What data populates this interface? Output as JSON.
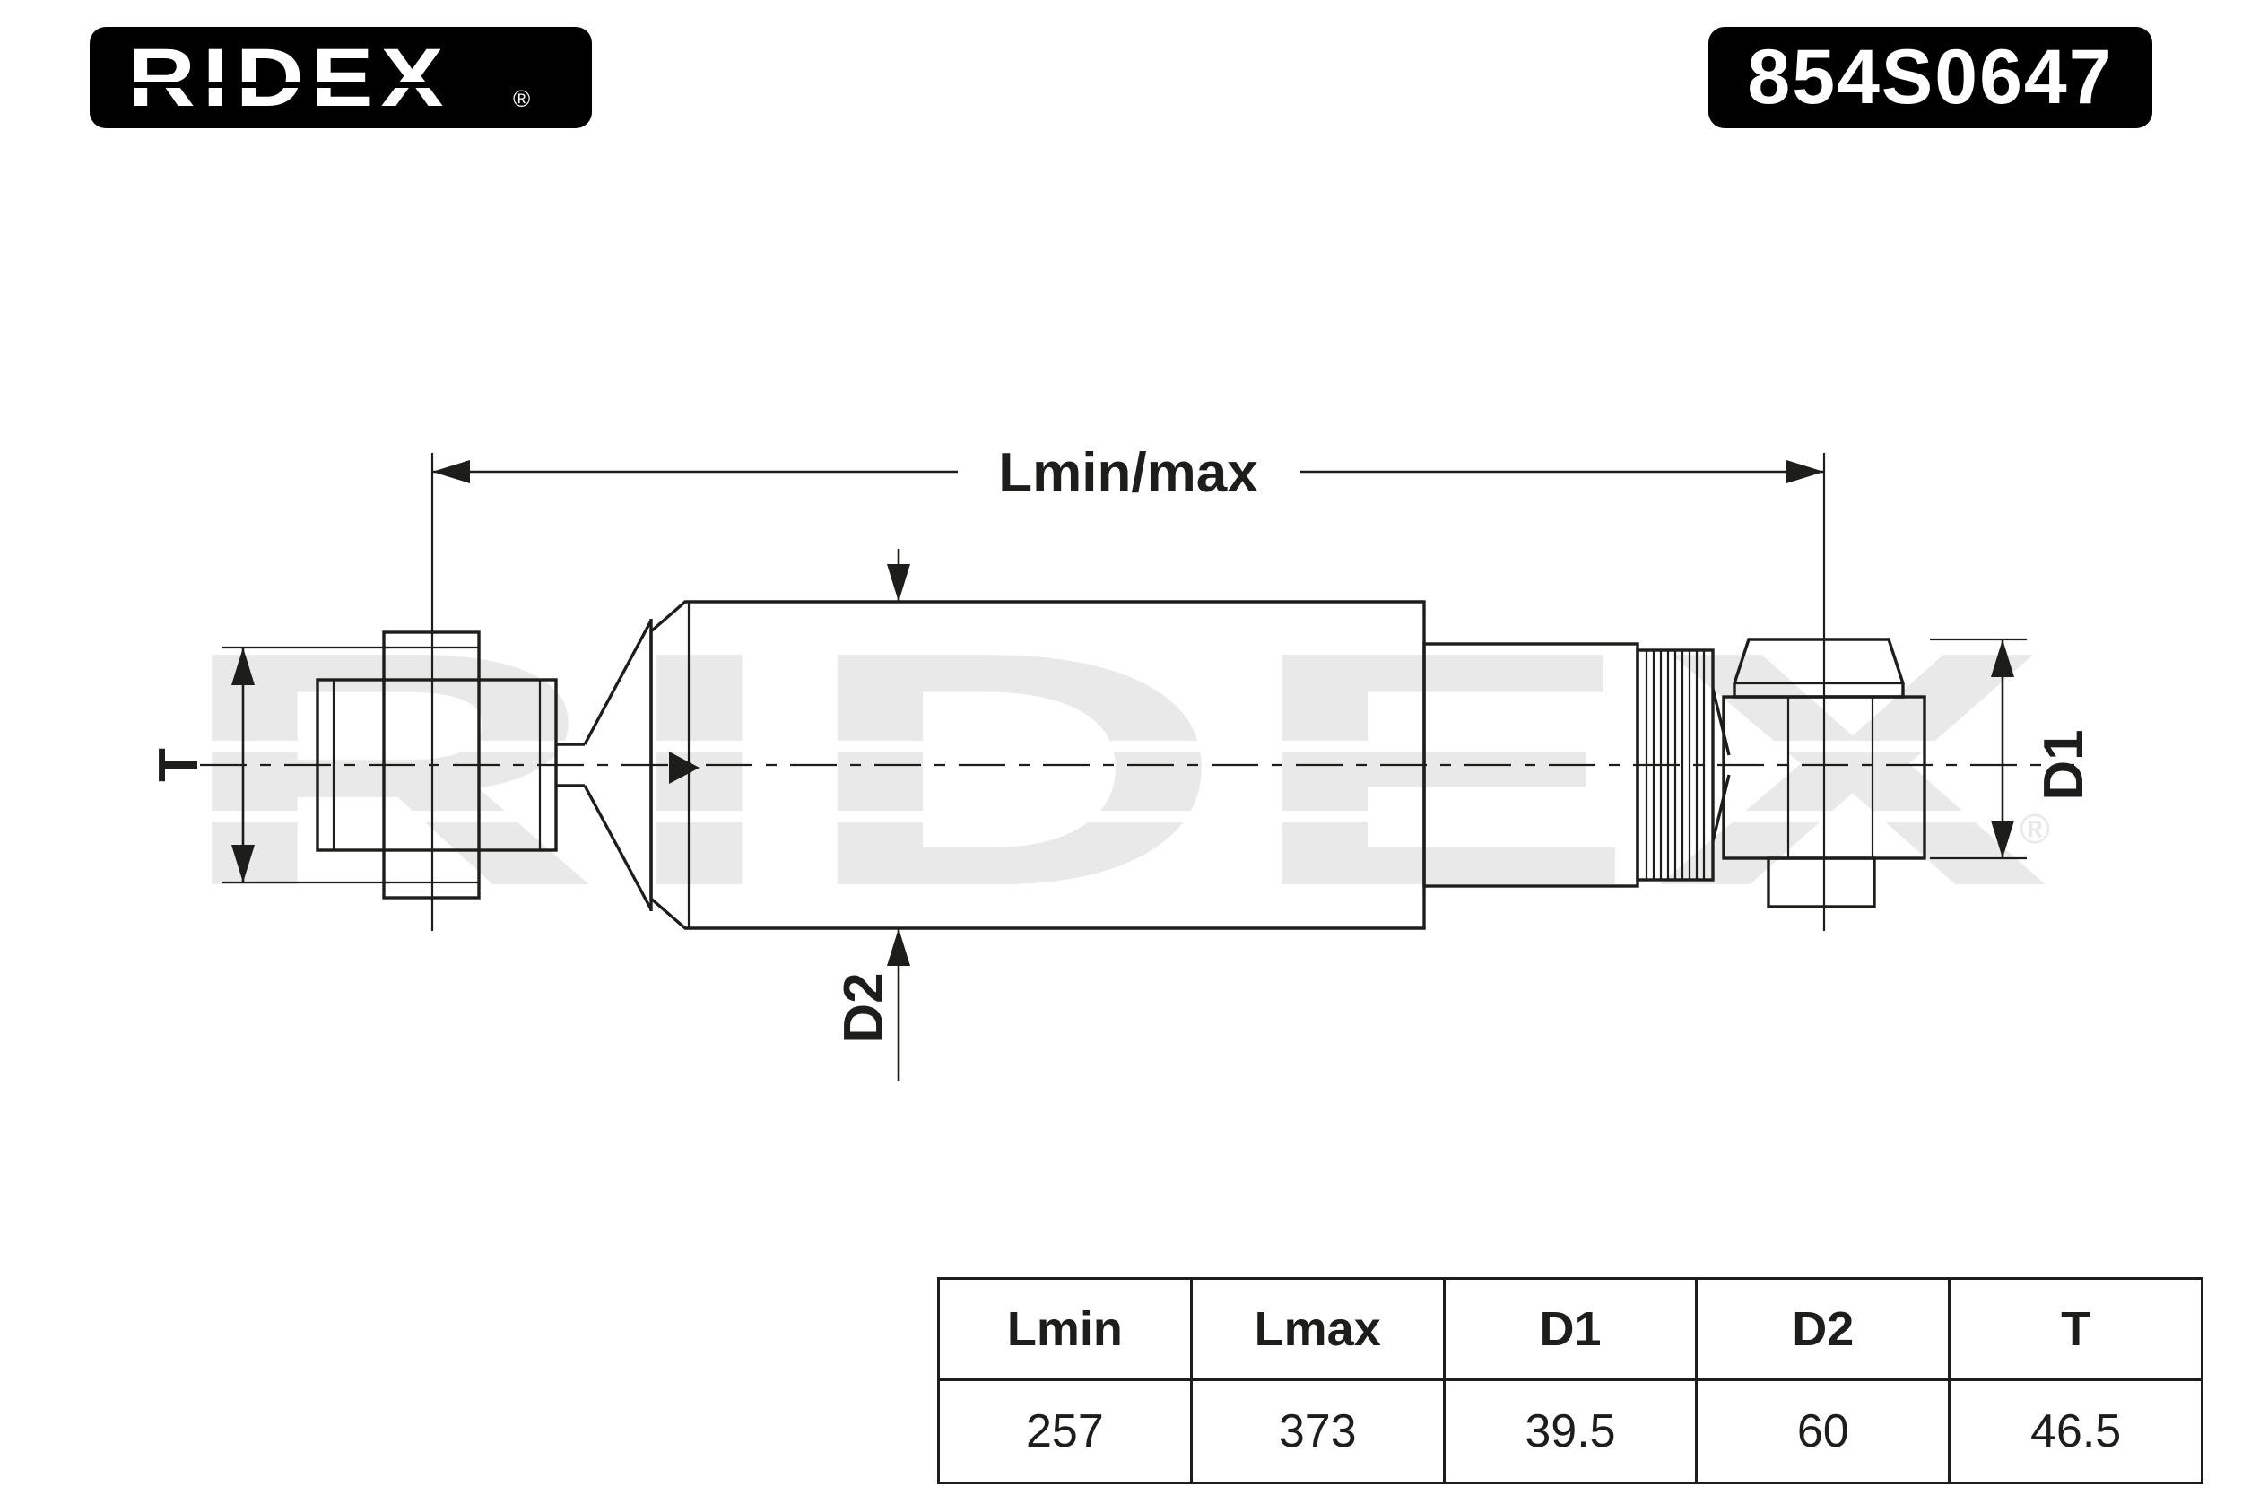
{
  "header": {
    "brand": "RIDEX",
    "registered_mark": "®",
    "part_number": "854S0647"
  },
  "diagram": {
    "dimension_labels": {
      "length": "Lmin/max",
      "t": "T",
      "d1": "D1",
      "d2": "D2"
    },
    "watermark": {
      "text": "RIDEX",
      "registered_mark": "®"
    }
  },
  "table": {
    "headers": [
      "Lmin",
      "Lmax",
      "D1",
      "D2",
      "T"
    ],
    "values": [
      "257",
      "373",
      "39.5",
      "60",
      "46.5"
    ]
  },
  "colors": {
    "badge_bg": "#000000",
    "badge_text": "#ffffff",
    "line": "#1d1d1b",
    "watermark": "#e9e9e9"
  }
}
